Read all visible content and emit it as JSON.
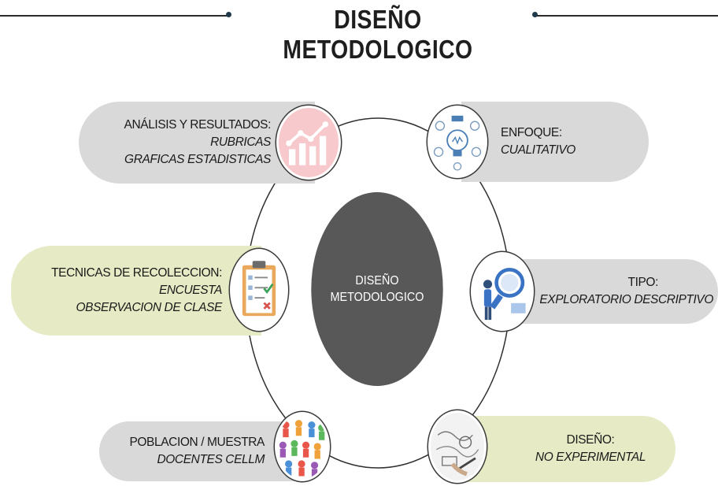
{
  "title": "DISEÑO METODOLOGICO",
  "center": {
    "line1": "DISEÑO",
    "line2": "METODOLOGICO"
  },
  "nodes": {
    "analisis": {
      "label": "ANÁLISIS Y RESULTADOS:",
      "values": [
        "RUBRICAS",
        "GRAFICAS ESTADISTICAS"
      ],
      "icon": "bar-chart-growth-icon"
    },
    "enfoque": {
      "label": "ENFOQUE:",
      "values": [
        "CUALITATIVO"
      ],
      "icon": "lightbulb-idea-icon"
    },
    "tecnicas": {
      "label": "TECNICAS DE RECOLECCION:",
      "values": [
        "ENCUESTA",
        "OBSERVACION DE CLASE"
      ],
      "icon": "clipboard-checklist-icon"
    },
    "tipo": {
      "label": "TIPO:",
      "values": [
        "EXPLORATORIO DESCRIPTIVO"
      ],
      "icon": "magnifier-research-icon"
    },
    "poblacion": {
      "label": "POBLACION / MUESTRA",
      "values": [
        "DOCENTES CELLM"
      ],
      "icon": "crowd-people-icon"
    },
    "diseno": {
      "label": "DISEÑO:",
      "values": [
        "NO EXPERIMENTAL"
      ],
      "icon": "sketch-drawing-icon"
    }
  },
  "colors": {
    "gray_pill": "#d9d9d9",
    "green_pill": "#e6ebc5",
    "center_circle": "#585858",
    "ring": "#2f2f2f"
  }
}
